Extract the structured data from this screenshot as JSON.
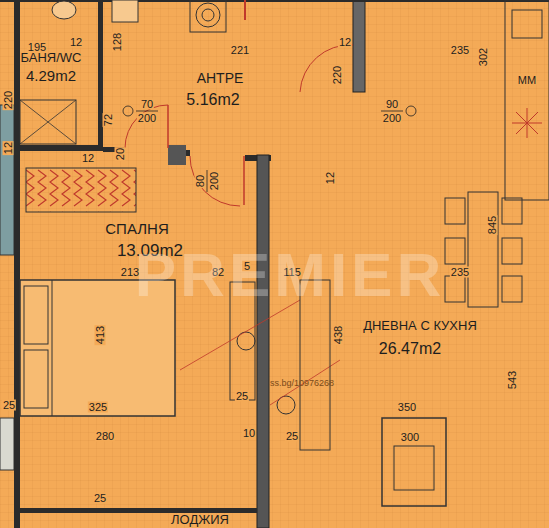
{
  "diagram": {
    "nodes": [
      {
        "text": [
          "БАНЯ/WC",
          "4.29m2"
        ]
      },
      {
        "text": [
          "АНТРЕ",
          "5.16m2"
        ]
      },
      {
        "text": [
          "СПАЛНЯ",
          "13.09m2"
        ]
      },
      {
        "text": [
          "ДНЕВНА С КУХНЯ",
          "26.47m2"
        ]
      },
      {
        "text": [
          "ЛОДЖИЯ"
        ]
      }
    ],
    "labels": [
      "195",
      "12",
      "128",
      "221",
      "12",
      "235",
      "302",
      "220",
      "220",
      "72",
      "70",
      "200",
      "90",
      "200",
      "12",
      "20",
      "12",
      "80",
      "200",
      "12",
      "213",
      "82",
      "5",
      "115",
      "235",
      "413",
      "438",
      "845",
      "543",
      "325",
      "25",
      "25",
      "280",
      "10",
      "25",
      "350",
      "300",
      "25",
      "MM",
      "ss.bg/10976268",
      "PREMIER"
    ]
  }
}
